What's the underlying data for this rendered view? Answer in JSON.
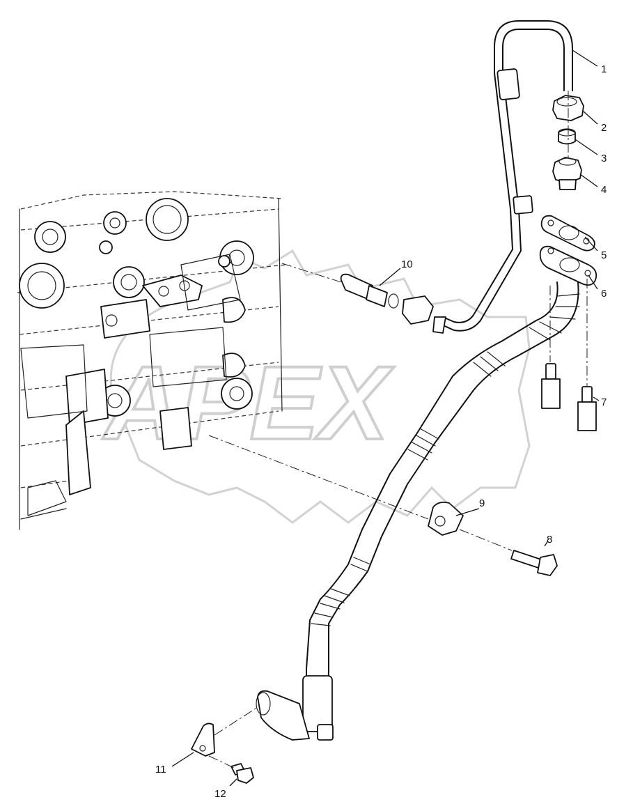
{
  "watermark": {
    "text": "APEX"
  },
  "callouts": [
    {
      "id": "1",
      "label": "1"
    },
    {
      "id": "2",
      "label": "2"
    },
    {
      "id": "3",
      "label": "3"
    },
    {
      "id": "4",
      "label": "4"
    },
    {
      "id": "5",
      "label": "5"
    },
    {
      "id": "6",
      "label": "6"
    },
    {
      "id": "7",
      "label": "7"
    },
    {
      "id": "8",
      "label": "8"
    },
    {
      "id": "9",
      "label": "9"
    },
    {
      "id": "10",
      "label": "10"
    },
    {
      "id": "11",
      "label": "11"
    },
    {
      "id": "12",
      "label": "12"
    }
  ]
}
